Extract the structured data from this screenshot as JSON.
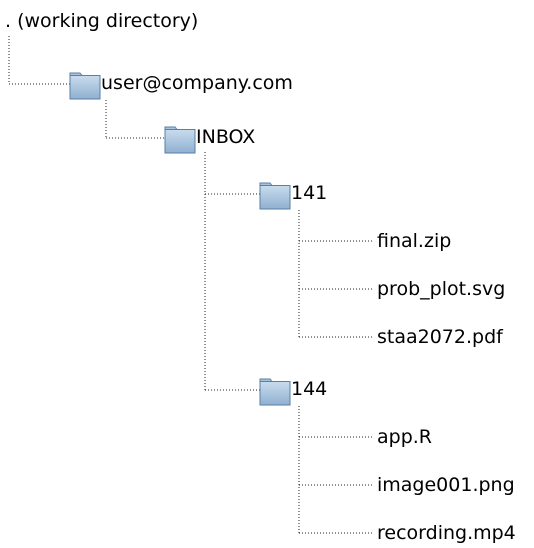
{
  "tree": {
    "root": {
      "label": ". (working directory)"
    },
    "account": {
      "label": "user@company.com",
      "icon": "folder-icon"
    },
    "mailbox": {
      "label": "INBOX",
      "icon": "folder-icon"
    },
    "folders": [
      {
        "label": "141",
        "icon": "folder-icon",
        "files": [
          "final.zip",
          "prob_plot.svg",
          "staa2072.pdf"
        ]
      },
      {
        "label": "144",
        "icon": "folder-icon",
        "files": [
          "app.R",
          "image001.png",
          "recording.mp4"
        ]
      }
    ]
  },
  "colors": {
    "folder_fill_top": "#c9dcee",
    "folder_fill_bottom": "#8fb0cf",
    "folder_stroke": "#5a7fa3",
    "connector": "#222222"
  }
}
